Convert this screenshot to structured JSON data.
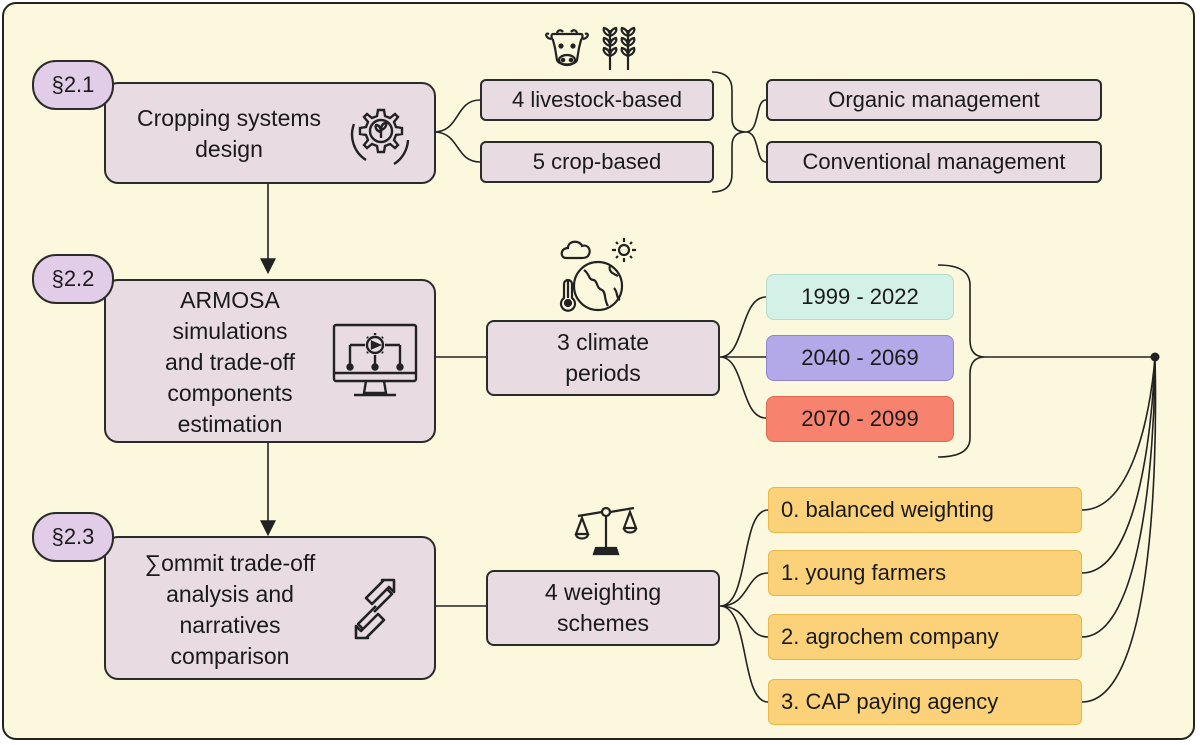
{
  "sections": [
    {
      "label": "§2.1",
      "title": "Cropping systems design",
      "lines": [
        "Cropping systems",
        "design"
      ],
      "icon": "gear-sprout-icon"
    },
    {
      "label": "§2.2",
      "title": "ARMOSA simulations and trade-off components estimation",
      "lines": [
        "ARMOSA",
        "simulations",
        "and trade-off",
        "components",
        "estimation"
      ],
      "icon": "computer-network-gear-icon"
    },
    {
      "label": "§2.3",
      "title": "∑ommit trade-off analysis and narratives comparison",
      "lines": [
        "∑ommit trade-off",
        "analysis and",
        "narratives",
        "comparison"
      ],
      "icon": "exchange-arrows-icon"
    }
  ],
  "systems": {
    "items": [
      "4 livestock-based",
      "5 crop-based"
    ],
    "icons": [
      "cow-icon",
      "wheat-icon"
    ]
  },
  "management": [
    "Organic management",
    "Conventional management"
  ],
  "climate": {
    "lines": [
      "3 climate",
      "periods"
    ],
    "icon": "climate-globe-icon"
  },
  "periods": [
    {
      "label": "1999 - 2022",
      "color": "#d3f1e6",
      "border": "#b6dccd"
    },
    {
      "label": "2040 - 2069",
      "color": "#b3a9e8",
      "border": "#8f84cf"
    },
    {
      "label": "2070 - 2099",
      "color": "#f7836e",
      "border": "#e06850"
    }
  ],
  "weighting": {
    "lines": [
      "4 weighting",
      "schemes"
    ],
    "icon": "balance-scale-icon"
  },
  "schemes": [
    "0. balanced weighting",
    "1. young farmers",
    "2. agrochem company",
    "3. CAP paying agency"
  ],
  "colors": {
    "background": "#fcf8dd",
    "box": "#e8dbe2",
    "section_badge": "#e1cde8",
    "scheme": "#fbd27a"
  }
}
